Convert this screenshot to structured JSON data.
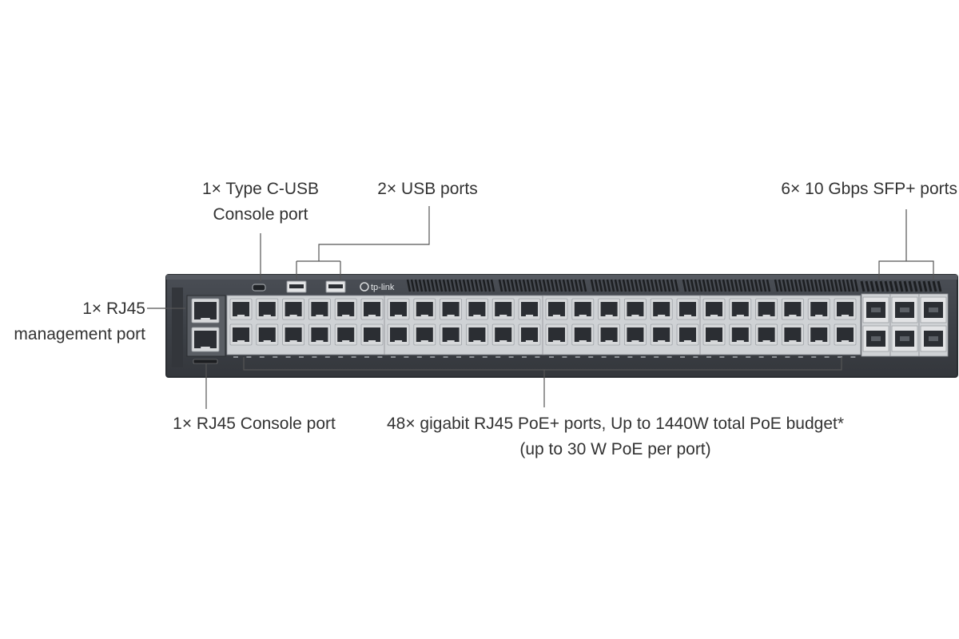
{
  "callouts": {
    "type_c_console": {
      "line1": "1× Type C-USB",
      "line2": "Console port"
    },
    "usb_ports": {
      "text": "2× USB ports"
    },
    "sfp_ports": {
      "text": "6× 10 Gbps SFP+ ports"
    },
    "mgmt_port": {
      "line1": "1× RJ45",
      "line2": "management port"
    },
    "rj45_console": {
      "text": "1× RJ45 Console port"
    },
    "poe_ports": {
      "line1": "48× gigabit RJ45 PoE+ ports, Up to 1440W total PoE budget*",
      "line2": "(up to 30 W PoE per port)"
    }
  },
  "device": {
    "brand": "tp-link",
    "colors": {
      "chassis": "#3d4147",
      "chassis_edge": "#2a2d31",
      "port_frame": "#d6d8da",
      "port_cavity": "#2b2e33",
      "callout_line": "#555555"
    }
  }
}
